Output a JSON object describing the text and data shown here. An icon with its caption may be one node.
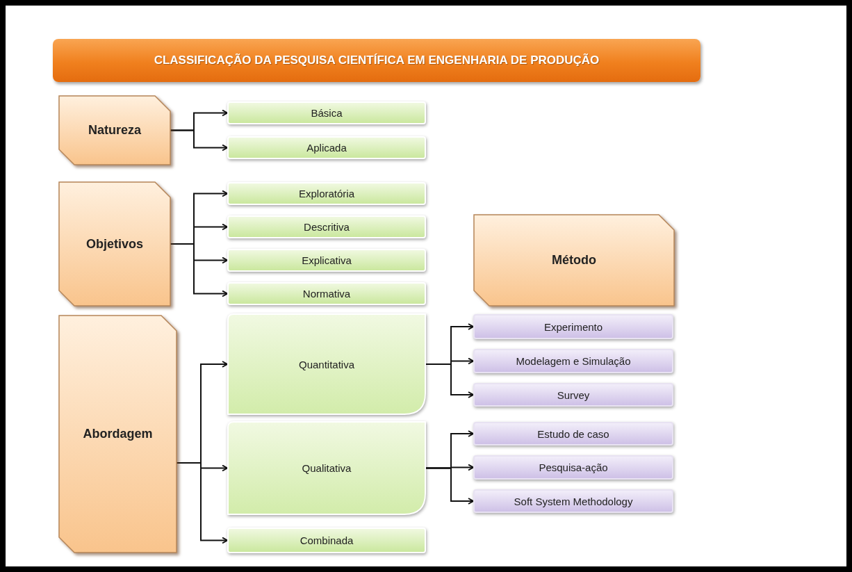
{
  "diagram": {
    "title": "CLASSIFICAÇÃO DA PESQUISA CIENTÍFICA EM ENGENHARIA DE PRODUÇÃO",
    "nodes": [
      {
        "text": [
          "Natureza"
        ]
      },
      {
        "text": [
          "Básica"
        ]
      },
      {
        "text": [
          "Aplicada"
        ]
      },
      {
        "text": [
          "Objetivos"
        ]
      },
      {
        "text": [
          "Exploratória"
        ]
      },
      {
        "text": [
          "Descritiva"
        ]
      },
      {
        "text": [
          "Explicativa"
        ]
      },
      {
        "text": [
          "Normativa"
        ]
      },
      {
        "text": [
          "Método"
        ]
      },
      {
        "text": [
          "Abordagem"
        ]
      },
      {
        "text": [
          "Quantitativa"
        ]
      },
      {
        "text": [
          "Qualitativa"
        ]
      },
      {
        "text": [
          "Combinada"
        ]
      },
      {
        "text": [
          "Experimento"
        ]
      },
      {
        "text": [
          "Modelagem e Simulação"
        ]
      },
      {
        "text": [
          "Survey"
        ]
      },
      {
        "text": [
          "Estudo de caso"
        ]
      },
      {
        "text": [
          "Pesquisa-ação"
        ]
      },
      {
        "text": [
          "Soft System Methodology"
        ]
      }
    ],
    "edges": [
      {
        "from": 0,
        "to": 1,
        "arrow": "to"
      },
      {
        "from": 0,
        "to": 2,
        "arrow": "to"
      },
      {
        "from": 3,
        "to": 4,
        "arrow": "to"
      },
      {
        "from": 3,
        "to": 5,
        "arrow": "to"
      },
      {
        "from": 3,
        "to": 6,
        "arrow": "to"
      },
      {
        "from": 3,
        "to": 7,
        "arrow": "to"
      },
      {
        "from": 9,
        "to": 10,
        "arrow": "to"
      },
      {
        "from": 9,
        "to": 11,
        "arrow": "to"
      },
      {
        "from": 9,
        "to": 12,
        "arrow": "to"
      },
      {
        "from": 10,
        "to": 13,
        "arrow": "to"
      },
      {
        "from": 10,
        "to": 14,
        "arrow": "to"
      },
      {
        "from": 10,
        "to": 15,
        "arrow": "to"
      },
      {
        "from": 11,
        "to": 16,
        "arrow": "to"
      },
      {
        "from": 11,
        "to": 17,
        "arrow": "to"
      },
      {
        "from": 11,
        "to": 18,
        "arrow": "to"
      }
    ]
  }
}
